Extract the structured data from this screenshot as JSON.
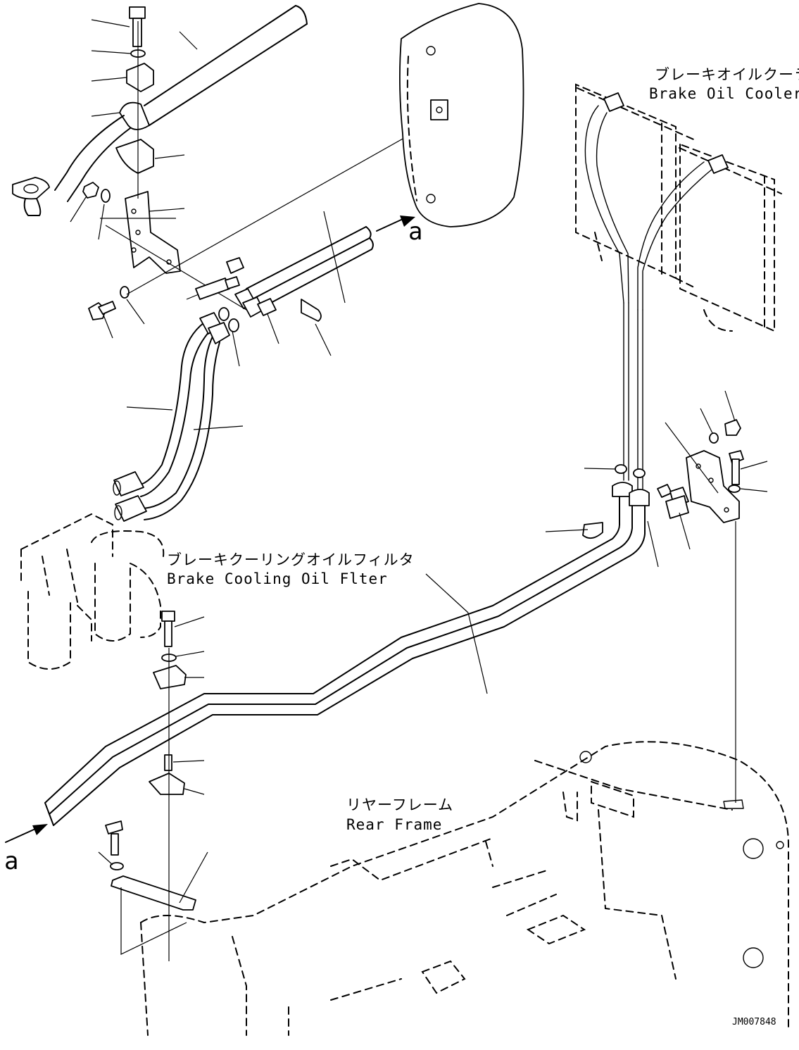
{
  "labels": {
    "brake_oil_cooler_jp": "ブレーキオイルクーラ",
    "brake_oil_cooler_en": "Brake Oil Cooler",
    "brake_cooling_oil_filter_jp": "ブレーキクーリングオイルフィルタ",
    "brake_cooling_oil_filter_en": "Brake Cooling Oil Flter",
    "rear_frame_jp": "リヤーフレーム",
    "rear_frame_en": "Rear Frame",
    "ref_a_top": "a",
    "ref_a_bottom": "a",
    "drawing_code": "JM007848"
  }
}
